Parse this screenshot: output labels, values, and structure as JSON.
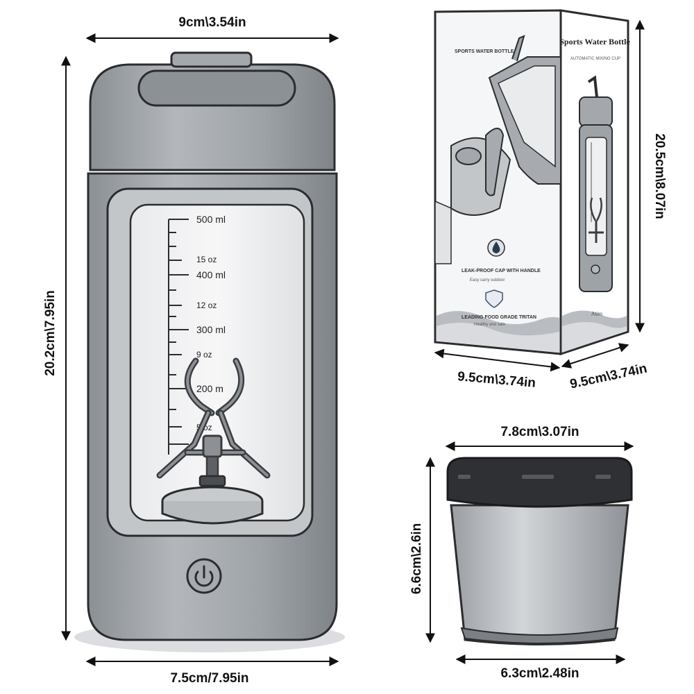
{
  "dimensions": {
    "bottle_width": "9cm\\3.54in",
    "bottle_height": "20.2cm\\7.95in",
    "bottle_base": "7.5cm/7.95in",
    "box_height": "20.5cm\\8.07in",
    "box_width": "9.5cm\\3.74in",
    "box_depth": "9.5cm\\3.74in",
    "cup_top": "7.8cm\\3.07in",
    "cup_height": "6.6cm\\2.6in",
    "cup_bottom": "6.3cm\\2.48in"
  },
  "scale_marks": [
    "500 ml",
    "15 oz",
    "400 ml",
    "12 oz",
    "300 ml",
    "9 oz",
    "200 m",
    "5 oz"
  ],
  "box": {
    "title": "Sports Water Bottle",
    "subtitle": "AUTOMATIC MIXING CUP",
    "side_label": "SPORTS WATER BOTTLE",
    "feature1": "LEAK-PROOF CAP WITH HANDLE",
    "feature1_sub": "Easy carry outdoor",
    "feature2": "LEADING FOOD GRADE TRITAN",
    "feature2_sub": "Healthy and safe",
    "brand": "Atim"
  },
  "colors": {
    "body": "#9ea3a8",
    "body_dark": "#7d8287",
    "outline": "#2a2c2e",
    "lid": "#2e3033"
  }
}
